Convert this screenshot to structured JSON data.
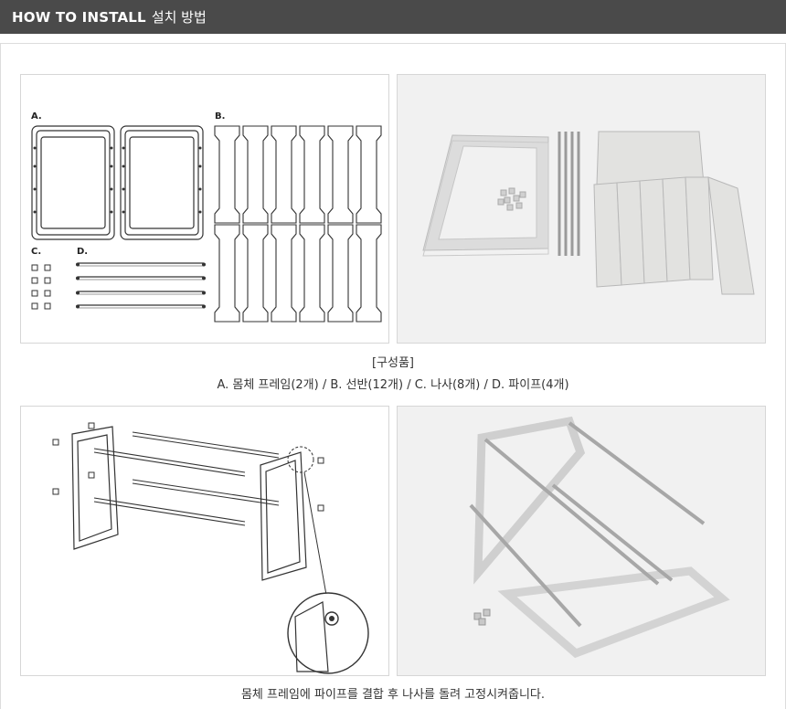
{
  "header": {
    "title": "HOW TO INSTALL",
    "title_ko": "설치 방법"
  },
  "step1": {
    "labels": {
      "a": "A.",
      "b": "B.",
      "c": "C.",
      "d": "D."
    },
    "caption_title": "[구성품]",
    "caption_parts": "A. 몸체 프레임(2개) / B. 선반(12개) / C. 나사(8개) / D. 파이프(4개)"
  },
  "step2": {
    "caption": "몸체 프레임에 파이프를 결합 후 나사를 돌려 고정시켜줍니다."
  },
  "colors": {
    "header_bg": "#4a4a4a",
    "header_text": "#ffffff",
    "panel_border": "#d6d6d6",
    "photo_bg": "#f1f1f1",
    "part_gray": "#d9dad8",
    "line": "#333333"
  }
}
